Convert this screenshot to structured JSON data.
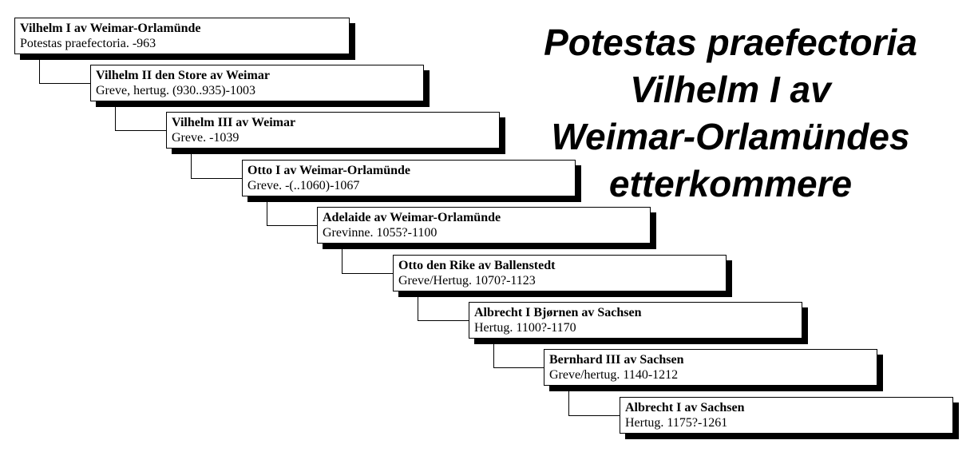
{
  "title": {
    "lines": [
      "Potestas praefectoria",
      "Vilhelm I av",
      "Weimar-Orlamündes",
      "etterkommere"
    ]
  },
  "persons": [
    {
      "name": "Vilhelm I av Weimar-Orlamünde",
      "info": "Potestas praefectoria.  -963"
    },
    {
      "name": "Vilhelm II den Store av Weimar",
      "info": "Greve, hertug.  (930..935)-1003"
    },
    {
      "name": "Vilhelm III av Weimar",
      "info": "Greve.  -1039"
    },
    {
      "name": "Otto I av Weimar-Orlamünde",
      "info": "Greve.  -(..1060)-1067"
    },
    {
      "name": "Adelaide av Weimar-Orlamünde",
      "info": "Grevinne.  1055?-1100"
    },
    {
      "name": "Otto den Rike av Ballenstedt",
      "info": "Greve/Hertug.  1070?-1123"
    },
    {
      "name": "Albrecht I Bjørnen av Sachsen",
      "info": "Hertug.  1100?-1170"
    },
    {
      "name": "Bernhard III av Sachsen",
      "info": "Greve/hertug.  1140-1212"
    },
    {
      "name": "Albrecht I av Sachsen",
      "info": "Hertug.  1175?-1261"
    }
  ]
}
